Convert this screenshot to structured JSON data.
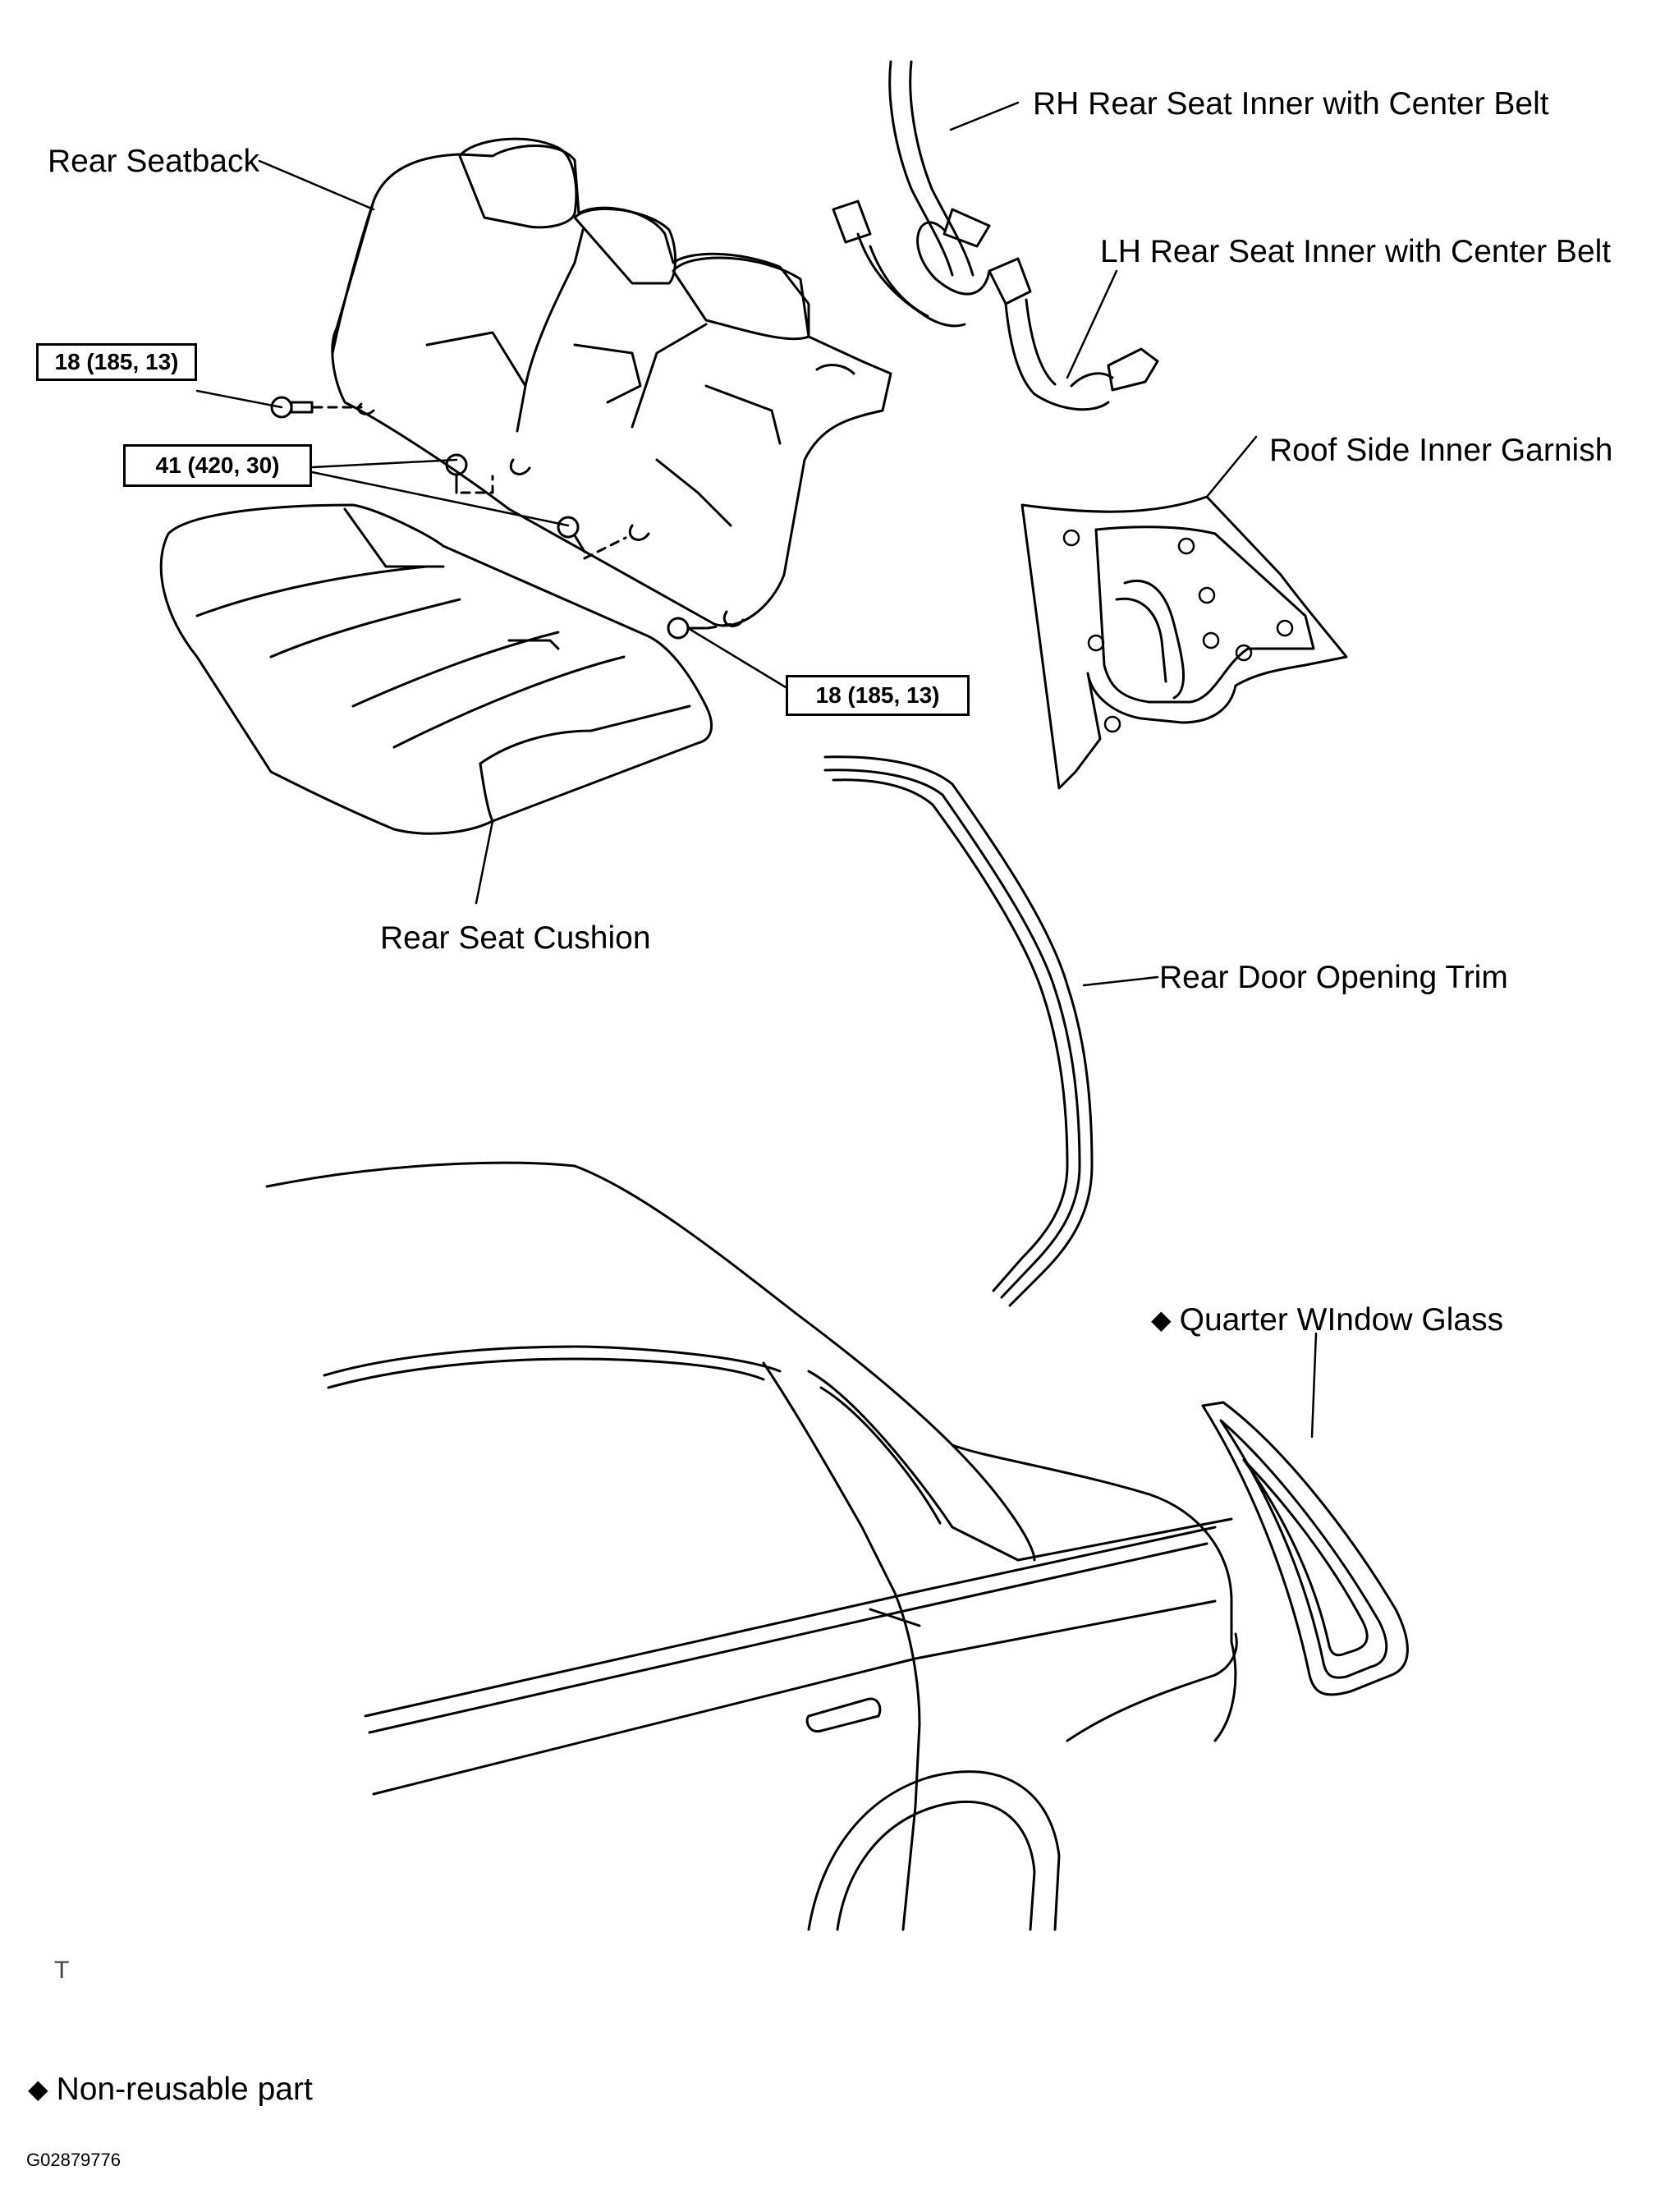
{
  "labels": {
    "rear_seatback": "Rear Seatback",
    "rh_belt": "RH Rear Seat Inner with Center Belt",
    "lh_belt": "LH Rear Seat Inner with Center Belt",
    "roof_garnish": "Roof Side Inner Garnish",
    "rear_seat_cushion": "Rear Seat Cushion",
    "rear_door_trim": "Rear Door Opening Trim",
    "quarter_glass": "Quarter WIndow Glass"
  },
  "torque_specs": {
    "upper_left": "18 (185, 13)",
    "middle": "41 (420, 30)",
    "lower_right": "18 (185, 13)"
  },
  "legend": {
    "symbol": "◆",
    "text": "Non-reusable part"
  },
  "corner_mark": "T",
  "figure_id": "G02879776"
}
